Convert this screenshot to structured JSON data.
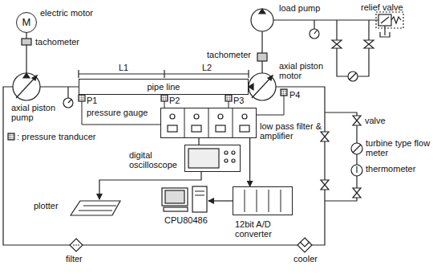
{
  "diagram": {
    "nodes": [
      {
        "text": [
          "M"
        ]
      },
      {
        "text": [
          "pipe line"
        ]
      },
      {
        "text": [
          "low pass filter & amplifier"
        ]
      },
      {
        "text": [
          "digital oscilloscope"
        ]
      },
      {
        "text": [
          "plotter"
        ]
      },
      {
        "text": [
          "CPU80486"
        ]
      },
      {
        "text": [
          "12bit A/D converter"
        ]
      }
    ],
    "edges": [
      {
        "from": 2,
        "to": 3,
        "arrow": "none"
      },
      {
        "from": 2,
        "to": 6,
        "arrow": "to"
      },
      {
        "from": 6,
        "to": 5,
        "arrow": "to"
      },
      {
        "from": 3,
        "to": 4,
        "arrow": "to"
      }
    ],
    "labels": [
      "electric motor",
      "tachometer",
      "axial piston pump",
      "pressure gauge",
      "L1",
      "L2",
      "P1",
      "P2",
      "P3",
      "P4",
      "tachometer",
      "load pump",
      "relief valve",
      "axial piston motor",
      "valve",
      "turbine type flow meter",
      "thermometer",
      "filter",
      "cooler"
    ],
    "legend": [
      {
        "text": ": pressure tranducer"
      }
    ]
  }
}
